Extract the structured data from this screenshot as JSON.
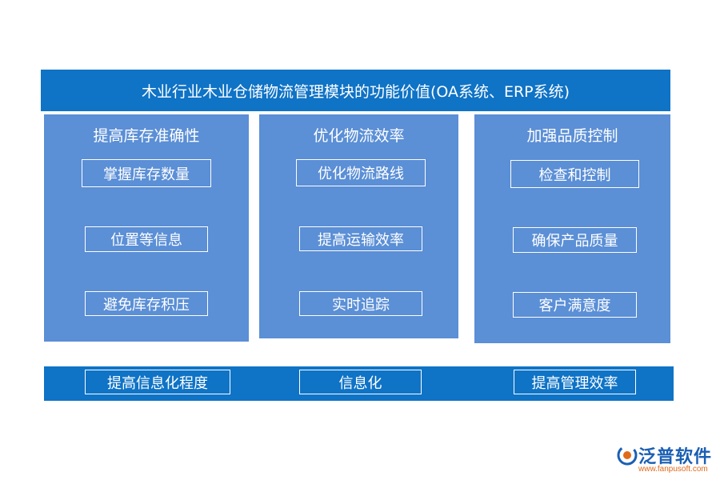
{
  "title": "木业行业木业仓储物流管理模块的功能价值(OA系统、ERP系统)",
  "panels": [
    {
      "title": "提高库存准确性",
      "items": [
        "掌握库存数量",
        "位置等信息",
        "避免库存积压"
      ]
    },
    {
      "title": "优化物流效率",
      "items": [
        "优化物流路线",
        "提高运输效率",
        "实时追踪"
      ]
    },
    {
      "title": "加强品质控制",
      "items": [
        "检查和控制",
        "确保产品质量",
        "客户满意度"
      ]
    }
  ],
  "bottom": [
    "提高信息化程度",
    "信息化",
    "提高管理效率"
  ],
  "logo": {
    "name": "泛普软件",
    "url": "www.fanpusoft.com",
    "icon": "fanpu-logo-icon"
  },
  "colors": {
    "title_bar": "#0f73c6",
    "panel": "#5b8fd6",
    "bottom_bar": "#0f73c6",
    "logo_blue": "#1a5fb4",
    "logo_orange": "#e06a1b"
  }
}
